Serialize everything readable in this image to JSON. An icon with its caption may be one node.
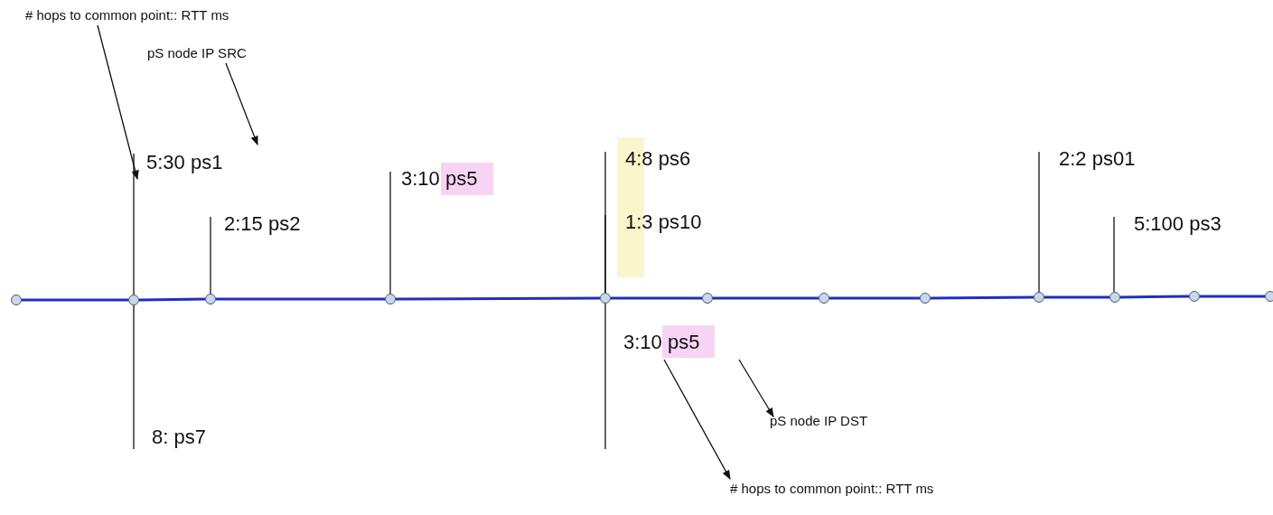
{
  "diagram": {
    "nodes": [
      {
        "text": [
          "# hops to common point:: RTT ms"
        ]
      },
      {
        "text": [
          "pS node IP SRC"
        ]
      },
      {
        "text": [
          "5:30 ps1"
        ]
      },
      {
        "text": [
          "3:10 ps5"
        ]
      },
      {
        "text": [
          "4:8 ps6"
        ]
      },
      {
        "text": [
          "2:2 ps01"
        ]
      },
      {
        "text": [
          "2:15 ps2"
        ]
      },
      {
        "text": [
          "1:3 ps10"
        ]
      },
      {
        "text": [
          "5:100 ps3"
        ]
      },
      {
        "text": [],
        "shape": "circle"
      },
      {
        "text": [],
        "shape": "circle"
      },
      {
        "text": [],
        "shape": "circle"
      },
      {
        "text": [],
        "shape": "circle"
      },
      {
        "text": [],
        "shape": "circle"
      },
      {
        "text": [],
        "shape": "circle"
      },
      {
        "text": [],
        "shape": "circle"
      },
      {
        "text": [],
        "shape": "circle"
      },
      {
        "text": [],
        "shape": "circle"
      },
      {
        "text": [],
        "shape": "circle"
      },
      {
        "text": [],
        "shape": "circle"
      },
      {
        "text": [],
        "shape": "circle"
      },
      {
        "text": [
          "3:10 ps5"
        ]
      },
      {
        "text": [
          "pS node IP DST"
        ]
      },
      {
        "text": [
          "8: ps7"
        ]
      },
      {
        "text": [
          "# hops to common point:: RTT ms"
        ]
      }
    ],
    "edges": [
      {
        "from": 0,
        "to": 2,
        "arrow": "to"
      },
      {
        "from": 1,
        "to": 2,
        "arrow": "to"
      },
      {
        "from": 9,
        "to": 10,
        "arrow": "none",
        "color": "#1f2fbf"
      },
      {
        "from": 10,
        "to": 11,
        "arrow": "none",
        "color": "#1f2fbf"
      },
      {
        "from": 11,
        "to": 12,
        "arrow": "none",
        "color": "#1f2fbf"
      },
      {
        "from": 12,
        "to": 13,
        "arrow": "none",
        "color": "#1f2fbf"
      },
      {
        "from": 13,
        "to": 14,
        "arrow": "none",
        "color": "#1f2fbf"
      },
      {
        "from": 14,
        "to": 15,
        "arrow": "none",
        "color": "#1f2fbf"
      },
      {
        "from": 15,
        "to": 16,
        "arrow": "none",
        "color": "#1f2fbf"
      },
      {
        "from": 16,
        "to": 17,
        "arrow": "none",
        "color": "#1f2fbf"
      },
      {
        "from": 17,
        "to": 18,
        "arrow": "none",
        "color": "#1f2fbf"
      },
      {
        "from": 18,
        "to": 19,
        "arrow": "none",
        "color": "#1f2fbf"
      },
      {
        "from": 19,
        "to": 20,
        "arrow": "none",
        "color": "#1f2fbf"
      },
      {
        "from": 10,
        "to": 2,
        "arrow": "none"
      },
      {
        "from": 11,
        "to": 6,
        "arrow": "none"
      },
      {
        "from": 12,
        "to": 3,
        "arrow": "none"
      },
      {
        "from": 13,
        "to": 4,
        "arrow": "none"
      },
      {
        "from": 13,
        "to": 7,
        "arrow": "none"
      },
      {
        "from": 17,
        "to": 5,
        "arrow": "none"
      },
      {
        "from": 18,
        "to": 8,
        "arrow": "none"
      },
      {
        "from": 10,
        "to": 23,
        "arrow": "none"
      },
      {
        "from": 13,
        "to": 21,
        "arrow": "none"
      },
      {
        "from": 21,
        "to": 24,
        "arrow": "to"
      },
      {
        "from": 21,
        "to": 22,
        "arrow": "to"
      }
    ]
  }
}
